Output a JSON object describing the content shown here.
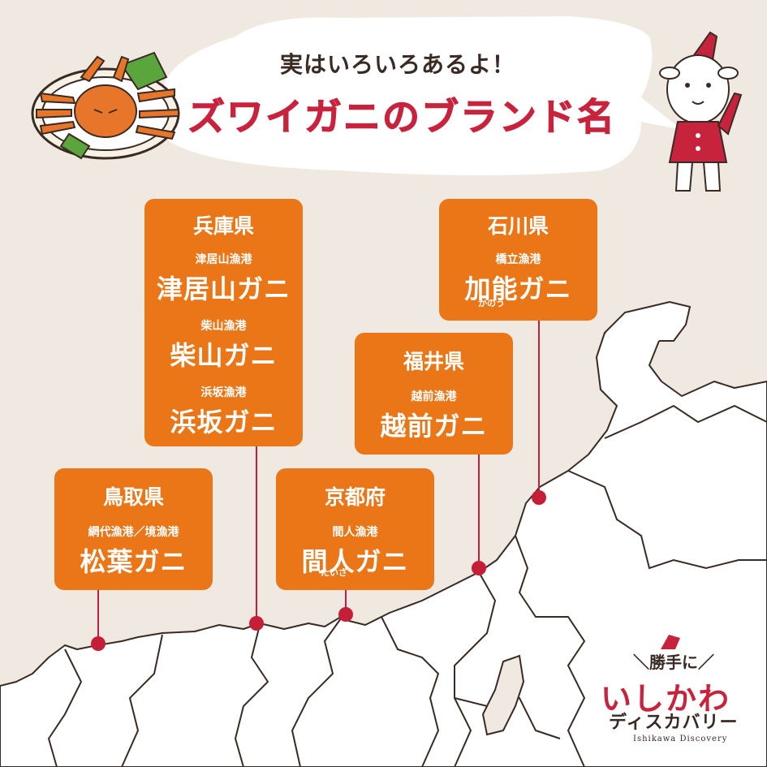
{
  "header": {
    "subtitle": "実はいろいろあるよ！",
    "title": "ズワイガニのブランド名"
  },
  "cards": {
    "hyogo": {
      "prefecture": "兵庫県",
      "port1": "津居山漁港",
      "brand1": "津居山ガニ",
      "port2": "柴山漁港",
      "brand2": "柴山ガニ",
      "port3": "浜坂漁港",
      "brand3": "浜坂ガニ"
    },
    "ishikawa": {
      "prefecture": "石川県",
      "port": "橋立漁港",
      "brand": "加能ガニ",
      "reading": "かのう"
    },
    "fukui": {
      "prefecture": "福井県",
      "port": "越前漁港",
      "brand": "越前ガニ"
    },
    "tottori": {
      "prefecture": "鳥取県",
      "port": "網代漁港／境漁港",
      "brand": "松葉ガニ"
    },
    "kyoto": {
      "prefecture": "京都府",
      "port": "間人漁港",
      "brand": "間人ガニ",
      "reading": "たいざ"
    }
  },
  "logo": {
    "top": "＼勝手に／",
    "main": "いしかわ",
    "kana": "ディスカバリー",
    "english": "Ishikawa Discovery"
  },
  "colors": {
    "background": "#efe9e1",
    "card": "#ea7617",
    "accent_red": "#c8233d",
    "marker": "#c41f36",
    "line": "#c41f36",
    "land": "#ffffff"
  }
}
